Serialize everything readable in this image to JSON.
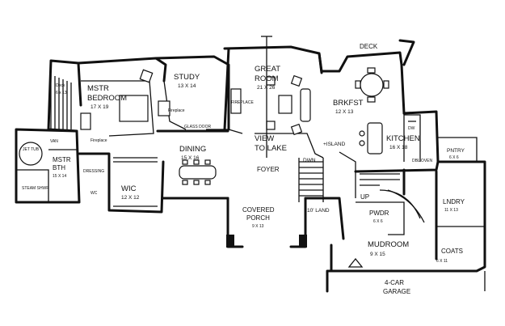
{
  "rooms": {
    "deck_left": {
      "name": "Deck",
      "size": "6 x 13"
    },
    "mstr_bedroom": {
      "name1": "MSTR",
      "name2": "BEDROOM",
      "size": "17 X 19"
    },
    "study": {
      "name": "STUDY",
      "size": "13 X 14"
    },
    "great_room": {
      "name1": "GREAT",
      "name2": "ROOM",
      "size": "21 X 26"
    },
    "brkfst": {
      "name": "BRKFST",
      "size": "12 X 13"
    },
    "kitchen": {
      "name": "KITCHEN",
      "size": "16 X 18"
    },
    "pntry": {
      "name": "PNTRY",
      "size": "6 X 6"
    },
    "dining": {
      "name": "DINING",
      "size": "15 X 16"
    },
    "mstr_bth": {
      "name1": "MSTR",
      "name2": "BTH",
      "size": "15 X 14"
    },
    "wic": {
      "name": "WIC",
      "size": "12 X 12"
    },
    "covered_porch": {
      "name1": "COVERED",
      "name2": "PORCH",
      "size": "9 X 13"
    },
    "lndry": {
      "name": "LNDRY",
      "size": "11 X 13"
    },
    "pwdr": {
      "name": "PWDR",
      "size": "6 X 6"
    },
    "mudroom": {
      "name": "MUDROOM",
      "size": "9 X 15"
    },
    "coats": {
      "name": "COATS",
      "size": "6 X 11"
    }
  },
  "labels": {
    "deck_top": "DECK",
    "fireplace_study": "Fireplace",
    "fireplace_bed": "Fireplace",
    "fireplace_great": "FIREPLACE",
    "glass_door": "GLASS DOOR",
    "view1": "VIEW",
    "view2": "TO LAKE",
    "island": "+ISLAND",
    "dw": "DW",
    "dbl_oven": "DBL OVEN",
    "foyer": "FOYER",
    "dwn": "DWN",
    "land": "10' LAND",
    "up": "UP",
    "jet_tub": "JET TUB",
    "van": "VAN",
    "steam_shwr": "STEAM SHWR",
    "wc": "WC",
    "dressing": "DRESSING",
    "garage1": "4-CAR",
    "garage2": "GARAGE"
  }
}
